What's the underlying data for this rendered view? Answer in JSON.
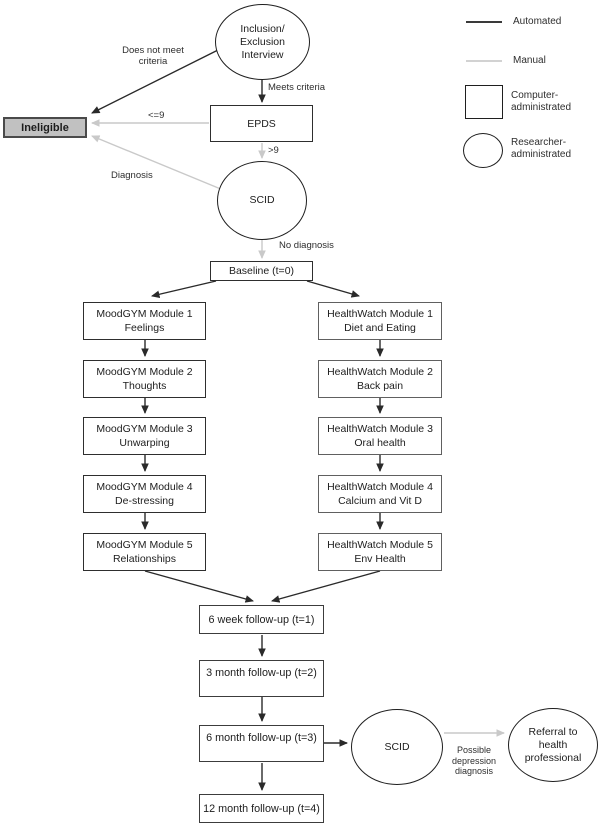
{
  "legend": {
    "automated_label": "Automated",
    "manual_label": "Manual",
    "computer_line1": "Computer-",
    "computer_line2": "administrated",
    "researcher_line1": "Researcher-",
    "researcher_line2": "administrated"
  },
  "colors": {
    "background": "#ffffff",
    "automated_line": "#2a2a2a",
    "manual_line": "#c9c9c9",
    "ineligible_fill": "#c1c1c1",
    "box_border": "#2e2e2e"
  },
  "nodes": {
    "interview": {
      "line1": "Inclusion/",
      "line2": "Exclusion",
      "line3": "Interview"
    },
    "ineligible": {
      "label": "Ineligible"
    },
    "epds": {
      "label": "EPDS"
    },
    "scid_screen": {
      "label": "SCID"
    },
    "baseline": {
      "label": "Baseline (t=0)"
    },
    "moodgym": [
      {
        "line1": "MoodGYM Module 1",
        "line2": "Feelings"
      },
      {
        "line1": "MoodGYM Module 2",
        "line2": "Thoughts"
      },
      {
        "line1": "MoodGYM Module 3",
        "line2": "Unwarping"
      },
      {
        "line1": "MoodGYM Module 4",
        "line2": "De-stressing"
      },
      {
        "line1": "MoodGYM Module 5",
        "line2": "Relationships"
      }
    ],
    "healthwatch": [
      {
        "line1": "HealthWatch Module 1",
        "line2": "Diet and Eating"
      },
      {
        "line1": "HealthWatch Module 2",
        "line2": "Back pain"
      },
      {
        "line1": "HealthWatch Module 3",
        "line2": "Oral health"
      },
      {
        "line1": "HealthWatch Module 4",
        "line2": "Calcium and Vit D"
      },
      {
        "line1": "HealthWatch Module 5",
        "line2": "Env Health"
      }
    ],
    "followups": [
      {
        "label": "6 week follow-up (t=1)"
      },
      {
        "label": "3 month follow-up (t=2)"
      },
      {
        "label": "6 month follow-up (t=3)"
      },
      {
        "label": "12 month follow-up (t=4)"
      }
    ],
    "scid_followup": {
      "label": "SCID"
    },
    "referral": {
      "line1": "Referral to",
      "line2": "health",
      "line3": "professional"
    }
  },
  "edge_labels": {
    "does_not_meet_line1": "Does not meet",
    "does_not_meet_line2": "criteria",
    "meets_criteria": "Meets criteria",
    "le9": "<=9",
    "gt9": ">9",
    "diagnosis": "Diagnosis",
    "no_diagnosis": "No diagnosis",
    "possible_line1": "Possible",
    "possible_line2": "depression",
    "possible_line3": "diagnosis"
  }
}
